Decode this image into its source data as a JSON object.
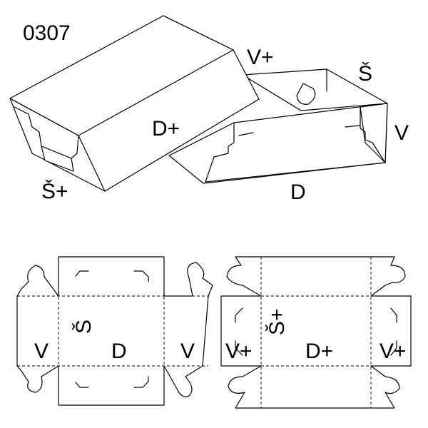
{
  "diagram": {
    "code": "0307",
    "box3d": {
      "lid_long_side": "D+",
      "lid_short_side": "Š+",
      "lid_end": "V+",
      "base_short_side": "Š",
      "base_end": "V",
      "base_long_side": "D"
    },
    "base_net": {
      "side": "Š",
      "left_end": "V",
      "center": "D",
      "right_end": "V"
    },
    "lid_net": {
      "side": "Š+",
      "left_end": "V+",
      "center": "D+",
      "right_end": "V+"
    }
  }
}
